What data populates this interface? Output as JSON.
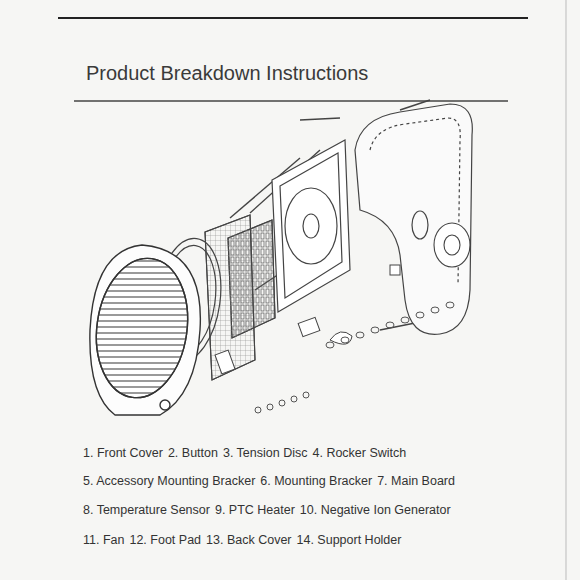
{
  "diagram": {
    "title": "Product Breakdown Instructions",
    "labels": [
      "1. Front Cover",
      "2. Button",
      "3. Tension Disc",
      "4. Rocker Switch",
      "5. Accessory Mounting Bracker",
      "6. Mounting Bracker",
      "7. Main Board",
      "8. Temperature Sensor",
      "9. PTC Heater",
      "10. Negative Ion Generator",
      "11. Fan",
      "12. Foot Pad",
      "13. Back Cover",
      "14. Support Holder"
    ]
  }
}
